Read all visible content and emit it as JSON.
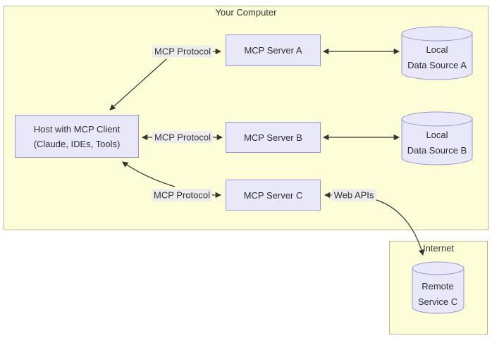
{
  "diagram": {
    "regions": {
      "your_computer": {
        "label": "Your Computer"
      },
      "internet": {
        "label": "Internet"
      }
    },
    "nodes": {
      "host": {
        "line1": "Host with MCP Client",
        "line2": "(Claude, IDEs, Tools)"
      },
      "server_a": {
        "label": "MCP Server A"
      },
      "server_b": {
        "label": "MCP Server B"
      },
      "server_c": {
        "label": "MCP Server C"
      },
      "data_source_a": {
        "line1": "Local",
        "line2": "Data Source A"
      },
      "data_source_b": {
        "line1": "Local",
        "line2": "Data Source B"
      },
      "remote_service_c": {
        "line1": "Remote",
        "line2": "Service C"
      }
    },
    "edge_labels": {
      "protocol_a": "MCP Protocol",
      "protocol_b": "MCP Protocol",
      "protocol_c": "MCP Protocol",
      "web_apis": "Web APIs"
    },
    "colors": {
      "region_fill": "#fdfdd8",
      "region_border": "#b7b792",
      "node_fill": "#e9e8fb",
      "node_border": "#9b93cc",
      "edge_label_bg": "#ececec",
      "line": "#333333",
      "text": "#2e2e2e"
    }
  }
}
